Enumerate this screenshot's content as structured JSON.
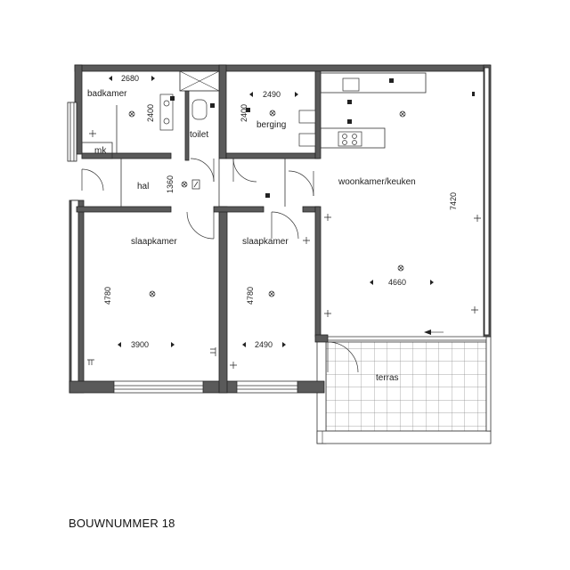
{
  "caption": "BOUWNUMMER 18",
  "rooms": {
    "badkamer": "badkamer",
    "toilet": "toilet",
    "berging": "berging",
    "mk": "mk",
    "hal": "hal",
    "woonkamer": "woonkamer/keuken",
    "slaapkamer1": "slaapkamer",
    "slaapkamer2": "slaapkamer",
    "terras": "terras"
  },
  "dimensions": {
    "badkamer_width": "2680",
    "badkamer_depth": "2400",
    "berging_width": "2490",
    "berging_depth": "2400",
    "hal_depth": "1360",
    "woonkamer_width": "4660",
    "woonkamer_depth": "7420",
    "slaapkamer1_width": "3900",
    "slaapkamer1_depth": "4780",
    "slaapkamer2_width": "2490",
    "slaapkamer2_depth": "4780"
  },
  "icons": {
    "light": "ceiling-light-icon",
    "outlet": "wall-outlet-icon",
    "switch": "light-switch-icon",
    "thermostat": "thermostat-icon"
  },
  "colors": {
    "wall": "#5a5a5a",
    "wall_outline": "#222222",
    "line": "#333333",
    "tile": "#8a8a8a"
  }
}
